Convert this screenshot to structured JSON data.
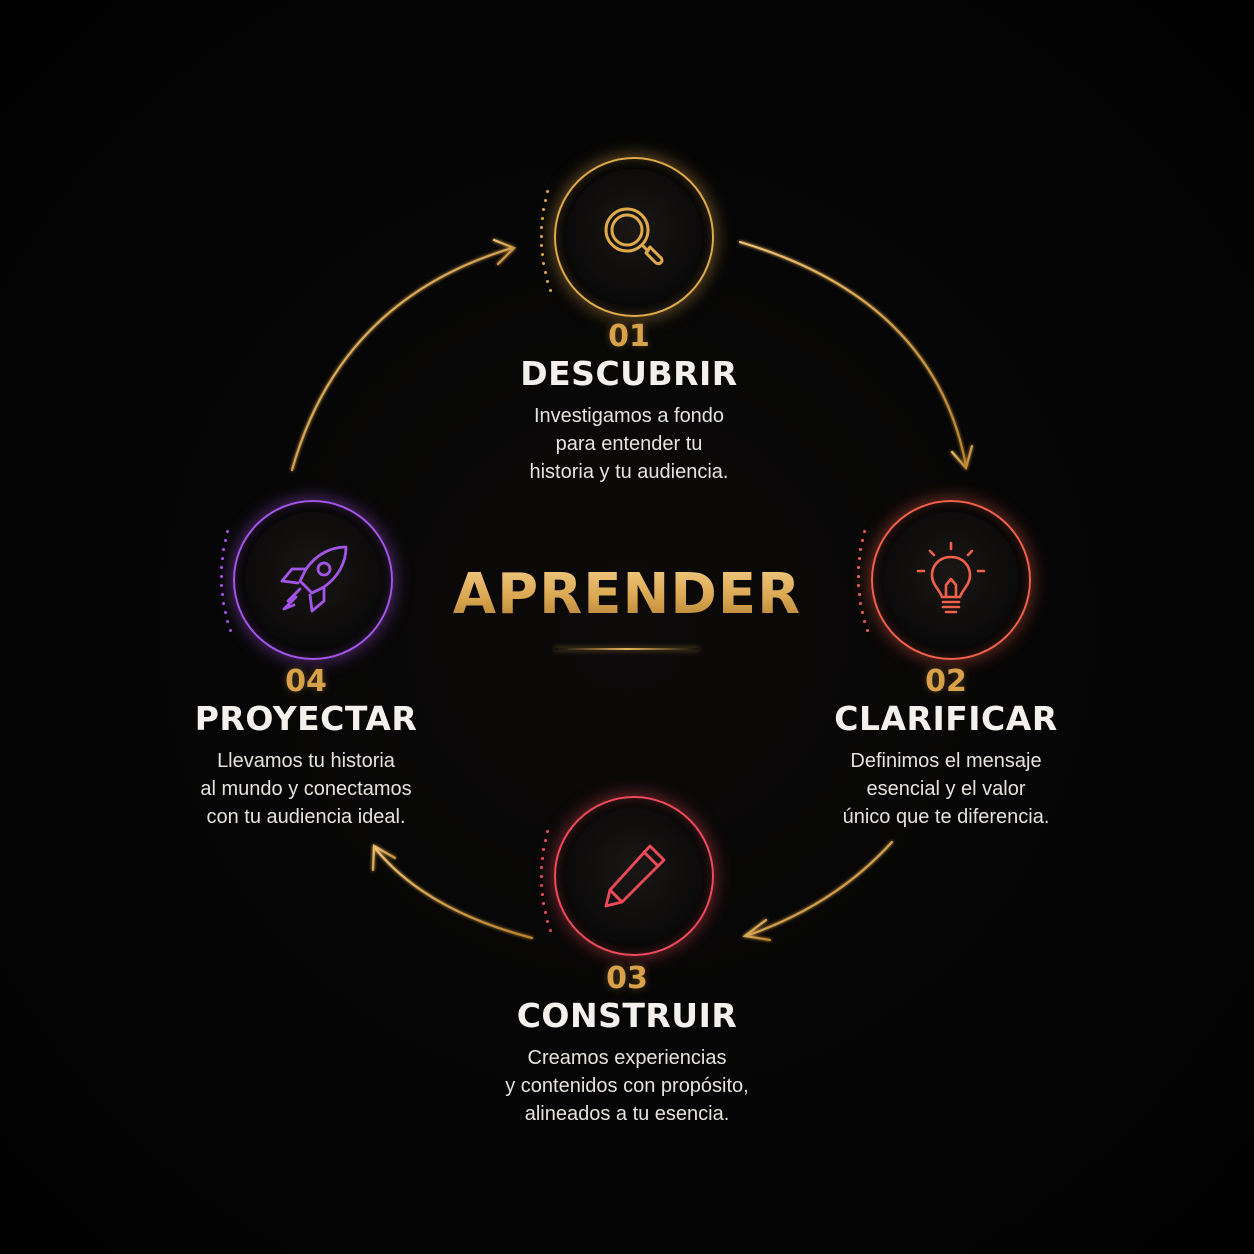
{
  "center": {
    "title": "APRENDER"
  },
  "colors": {
    "gold": "#d9a24a",
    "step1": "#e0a94a",
    "step2": "#f0604a",
    "step3": "#ef4a5a",
    "step4": "#a455e8",
    "text": "#f4f1ec",
    "background": "#030303"
  },
  "steps": [
    {
      "number": "01",
      "title": "DESCUBRIR",
      "description": [
        "Investigamos a fondo",
        "para entender tu",
        "historia y tu audiencia."
      ],
      "icon": "magnifying-glass-icon"
    },
    {
      "number": "02",
      "title": "CLARIFICAR",
      "description": [
        "Definimos el mensaje",
        "esencial y el valor",
        "único que te diferencia."
      ],
      "icon": "lightbulb-icon"
    },
    {
      "number": "03",
      "title": "CONSTRUIR",
      "description": [
        "Creamos experiencias",
        "y contenidos con propósito,",
        "alineados a tu esencia."
      ],
      "icon": "pencil-icon"
    },
    {
      "number": "04",
      "title": "PROYECTAR",
      "description": [
        "Llevamos tu historia",
        "al mundo y conectamos",
        "con tu audiencia ideal."
      ],
      "icon": "rocket-icon"
    }
  ]
}
